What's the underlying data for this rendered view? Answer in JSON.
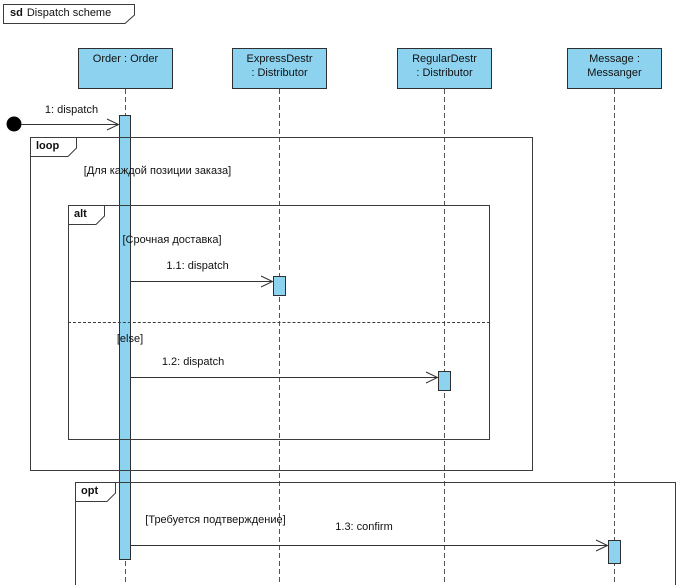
{
  "frame": {
    "keyword": "sd",
    "title": "Dispatch scheme"
  },
  "lifelines": [
    {
      "id": "order",
      "line1": "Order : Order",
      "line2": ""
    },
    {
      "id": "express",
      "line1": "ExpressDestr",
      "line2": ": Distributor"
    },
    {
      "id": "regular",
      "line1": "RegularDestr",
      "line2": ": Distributor"
    },
    {
      "id": "message",
      "line1": "Message :",
      "line2": "Messanger"
    }
  ],
  "fragments": {
    "loop": {
      "keyword": "loop",
      "guard": "[Для каждой позиции заказа]"
    },
    "alt": {
      "keyword": "alt",
      "guard_if": "[Срочная доставка]",
      "guard_else": "[else]"
    },
    "opt": {
      "keyword": "opt",
      "guard": "[Требуется подтверждение]"
    }
  },
  "messages": {
    "m1": "1: dispatch",
    "m11": "1.1: dispatch",
    "m12": "1.2: dispatch",
    "m13": "1.3: confirm"
  },
  "colors": {
    "shape_fill": "#8DD3F0",
    "shape_border": "#2F2F2F",
    "frame_border": "#3C3C3C",
    "lifeline_color": "#555555",
    "message_color": "#333333",
    "text_color": "#111111",
    "background": "#FFFFFF"
  }
}
